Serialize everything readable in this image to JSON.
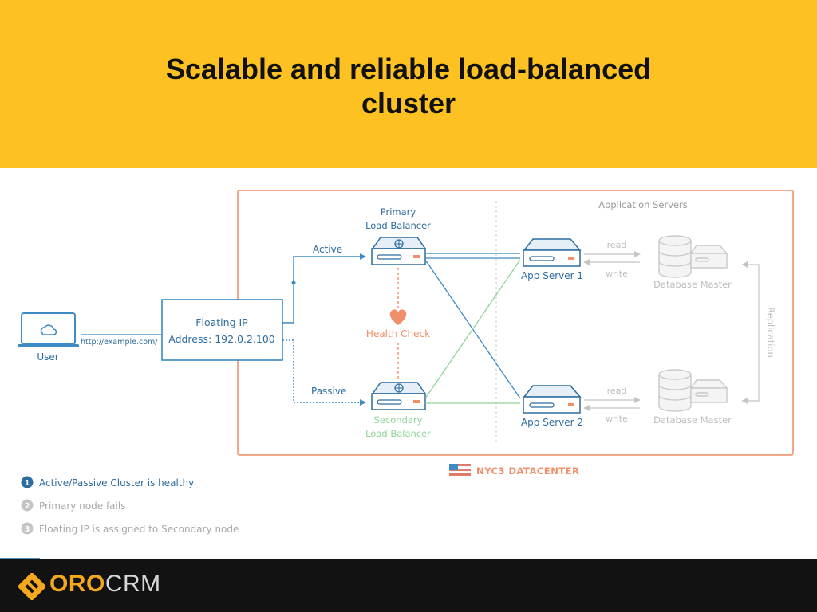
{
  "slide": {
    "title_line1": "Scalable and reliable load-balanced",
    "title_line2": "cluster"
  },
  "diagram": {
    "user_label": "User",
    "user_url": "http://example.com/",
    "floating_ip_title": "Floating IP",
    "floating_ip_address": "Address: 192.0.2.100",
    "active_label": "Active",
    "passive_label": "Passive",
    "primary_lb_line1": "Primary",
    "primary_lb_line2": "Load Balancer",
    "secondary_lb_line1": "Secondary",
    "secondary_lb_line2": "Load Balancer",
    "health_check_label": "Health Check",
    "app_servers_heading": "Application Servers",
    "app_server_1": "App Server 1",
    "app_server_2": "App Server 2",
    "read_label": "read",
    "write_label": "write",
    "database_master": "Database Master",
    "replication_label": "Replication",
    "datacenter_label": "NYC3 DATACENTER"
  },
  "legend": {
    "items": [
      {
        "number": "1",
        "text": "Active/Passive Cluster is healthy",
        "active": true
      },
      {
        "number": "2",
        "text": "Primary node fails",
        "active": false
      },
      {
        "number": "3",
        "text": "Floating IP is assigned to Secondary node",
        "active": false
      }
    ]
  },
  "footer": {
    "logo_part1": "ORO",
    "logo_part2": "CRM"
  },
  "colors": {
    "header_yellow": "#fdc221",
    "frame_orange": "#f2a98b",
    "blue": "#3c8bc4",
    "dark_blue": "#2d6c9e",
    "green": "#8fd49a",
    "health_orange": "#f0906a",
    "muted_gray": "#bdbdbd",
    "logo_orange": "#f6a81d"
  }
}
